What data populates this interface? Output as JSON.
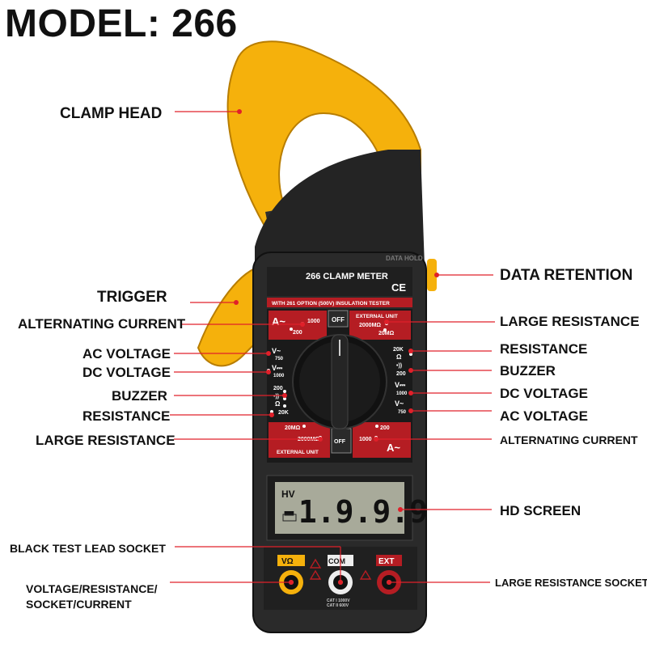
{
  "title": "MODEL: 266",
  "labels": {
    "clamp_head": "CLAMP HEAD",
    "trigger": "TRIGGER",
    "alternating_current_left": "ALTERNATING CURRENT",
    "ac_voltage_left": "AC VOLTAGE",
    "dc_voltage_left": "DC VOLTAGE",
    "buzzer_left": "BUZZER",
    "resistance_left": "RESISTANCE",
    "large_resistance_left": "LARGE RESISTANCE",
    "data_retention": "DATA RETENTION",
    "large_resistance_right": "LARGE RESISTANCE",
    "resistance_right": "RESISTANCE",
    "buzzer_right": "BUZZER",
    "dc_voltage_right": "DC VOLTAGE",
    "ac_voltage_right": "AC VOLTAGE",
    "alternating_current_right": "ALTERNATING CURRENT",
    "hd_screen": "HD SCREEN",
    "black_test_lead_socket": "BLACK TEST LEAD SOCKET",
    "voltage_socket_line1": "VOLTAGE/RESISTANCE/",
    "voltage_socket_line2": "SOCKET/CURRENT",
    "large_resistance_socket": "LARGE RESISTANCE SOCKET"
  },
  "meter": {
    "data_hold": "DATA HOLD",
    "name": "266  CLAMP METER",
    "ce": "CE",
    "subtitle": "WITH 261 OPTION (500V) INSULATION TESTER",
    "ext_unit": "EXTERNAL  UNIT",
    "ext_2000": "2000MΩ",
    "ext_20": "20MΩ",
    "off_top": "OFF",
    "off_bottom": "OFF",
    "a_left": "A~",
    "a_left_1000": "1000",
    "a_left_200": "200",
    "v_ac_left": "V~",
    "v_ac_left_val": "750",
    "v_dc_left": "V⎓",
    "v_dc_left_val": "1000",
    "res_200_left": "200",
    "buzzer_left": "•))",
    "ohm_left": "Ω",
    "res_20k_left": "20K",
    "r_20k": "20K",
    "r_ohm": "Ω",
    "r_buzzer": "•))",
    "r_200": "200",
    "r_v_dc": "V⎓",
    "r_v_dc_val": "1000",
    "r_v_ac": "V~",
    "r_v_ac_val": "750",
    "bl_20": "20MΩ",
    "bl_2000": "2000MΩ",
    "bl_ext": "EXTERNAL  UNIT",
    "br_200": "200",
    "br_1000": "1000",
    "br_a": "A~",
    "hv": "HV",
    "display": "-1.9.9.9",
    "socket_v": "VΩ",
    "socket_com": "COM",
    "socket_ext": "EXT",
    "cat1": "CAT I 1000V",
    "cat2": "CAT II 600V"
  },
  "colors": {
    "yellow": "#f5b10c",
    "body": "#2a2a2a",
    "red_panel": "#b51d23",
    "leader": "#e0202a",
    "lcd": "#a8aa9a"
  }
}
